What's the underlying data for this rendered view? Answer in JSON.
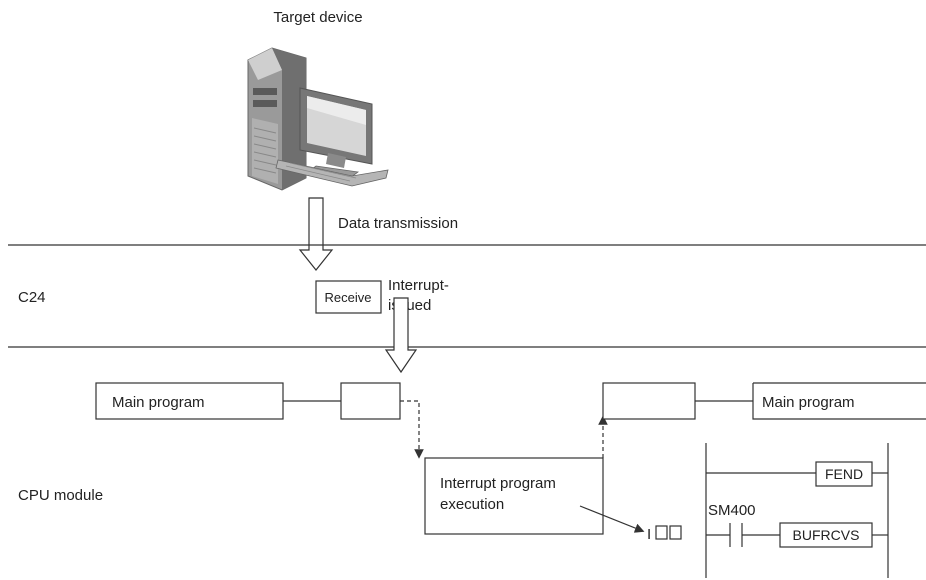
{
  "target_device": {
    "label": "Target device"
  },
  "transmission": {
    "label": "Data transmission"
  },
  "zones": {
    "c24": "C24",
    "cpu": "CPU module"
  },
  "receive": {
    "label": "Receive"
  },
  "interrupt": {
    "line1": "Interrupt-",
    "line2": "issued"
  },
  "program": {
    "main_left": "Main program",
    "main_right": "Main program",
    "interrupt_line1": "Interrupt program",
    "interrupt_line2": "execution"
  },
  "ladder": {
    "pointer": "I",
    "contact": "SM400",
    "fend": "FEND",
    "bufrcvs": "BUFRCVS"
  }
}
